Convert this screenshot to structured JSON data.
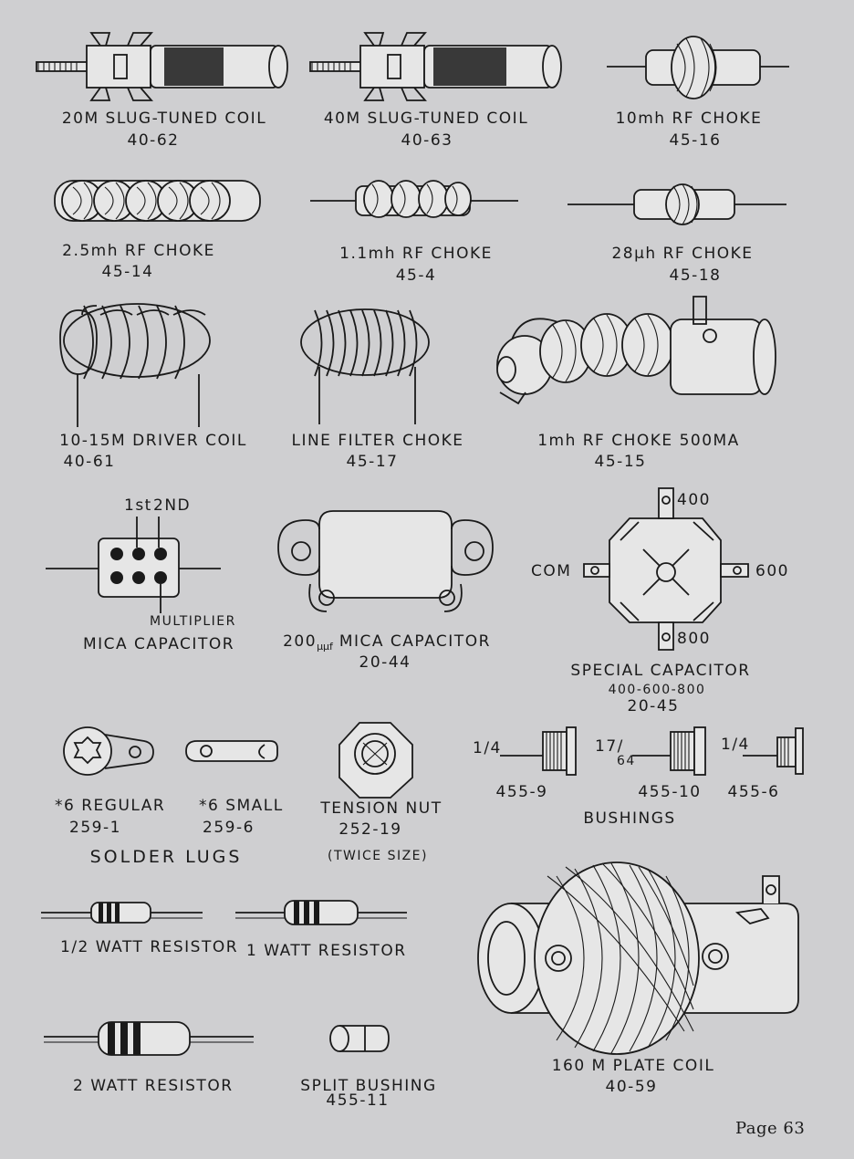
{
  "components": {
    "coil_20m": {
      "name": "20M SLUG-TUNED COIL",
      "part": "40-62"
    },
    "coil_40m": {
      "name": "40M SLUG-TUNED COIL",
      "part": "40-63"
    },
    "choke_10mh": {
      "name": "10mh RF CHOKE",
      "part": "45-16"
    },
    "choke_2_5mh": {
      "name": "2.5mh RF CHOKE",
      "part": "45-14"
    },
    "choke_1_1mh": {
      "name": "1.1mh RF CHOKE",
      "part": "45-4"
    },
    "choke_28uh": {
      "name_value": "28",
      "name_unit": "μh",
      "name_rest": "RF CHOKE",
      "part": "45-18"
    },
    "driver_coil": {
      "name": "10-15M DRIVER COIL",
      "part": "40-61"
    },
    "line_filter": {
      "name": "LINE FILTER CHOKE",
      "part": "45-17"
    },
    "choke_1mh_500ma": {
      "name": "1mh RF CHOKE 500MA",
      "part": "45-15"
    },
    "mica_cap": {
      "name": "MICA CAPACITOR",
      "label_1st": "1st",
      "label_2nd": "2ND",
      "label_multiplier": "MULTIPLIER"
    },
    "mica_200": {
      "name_value": "200",
      "name_unit": "μμf",
      "name_rest": "MICA CAPACITOR",
      "part": "20-44"
    },
    "special_cap": {
      "name": "SPECIAL CAPACITOR",
      "rating": "400-600-800",
      "part": "20-45",
      "label_com": "COM",
      "label_400": "400",
      "label_600": "600",
      "label_800": "800"
    },
    "solder_lug_regular": {
      "name": "*6 REGULAR",
      "part": "259-1"
    },
    "solder_lug_small": {
      "name": "*6 SMALL",
      "part": "259-6"
    },
    "solder_lugs_title": "SOLDER LUGS",
    "tension_nut": {
      "name": "TENSION NUT",
      "part": "252-19",
      "note": "(TWICE SIZE)"
    },
    "bushings": {
      "title": "BUSHINGS",
      "b1": {
        "size": "1/4",
        "part": "455-9"
      },
      "b2": {
        "size_num": "17/",
        "size_den": "64",
        "part": "455-10"
      },
      "b3": {
        "size": "1/4",
        "part": "455-6"
      }
    },
    "resistor_half": {
      "name": "1/2 WATT RESISTOR"
    },
    "resistor_1w": {
      "name": "1 WATT RESISTOR"
    },
    "resistor_2w": {
      "name": "2 WATT RESISTOR"
    },
    "split_bushing": {
      "name": "SPLIT BUSHING",
      "part": "455-11"
    },
    "plate_coil": {
      "name": "160 M PLATE COIL",
      "part": "40-59"
    }
  },
  "page": {
    "number": "Page 63"
  }
}
